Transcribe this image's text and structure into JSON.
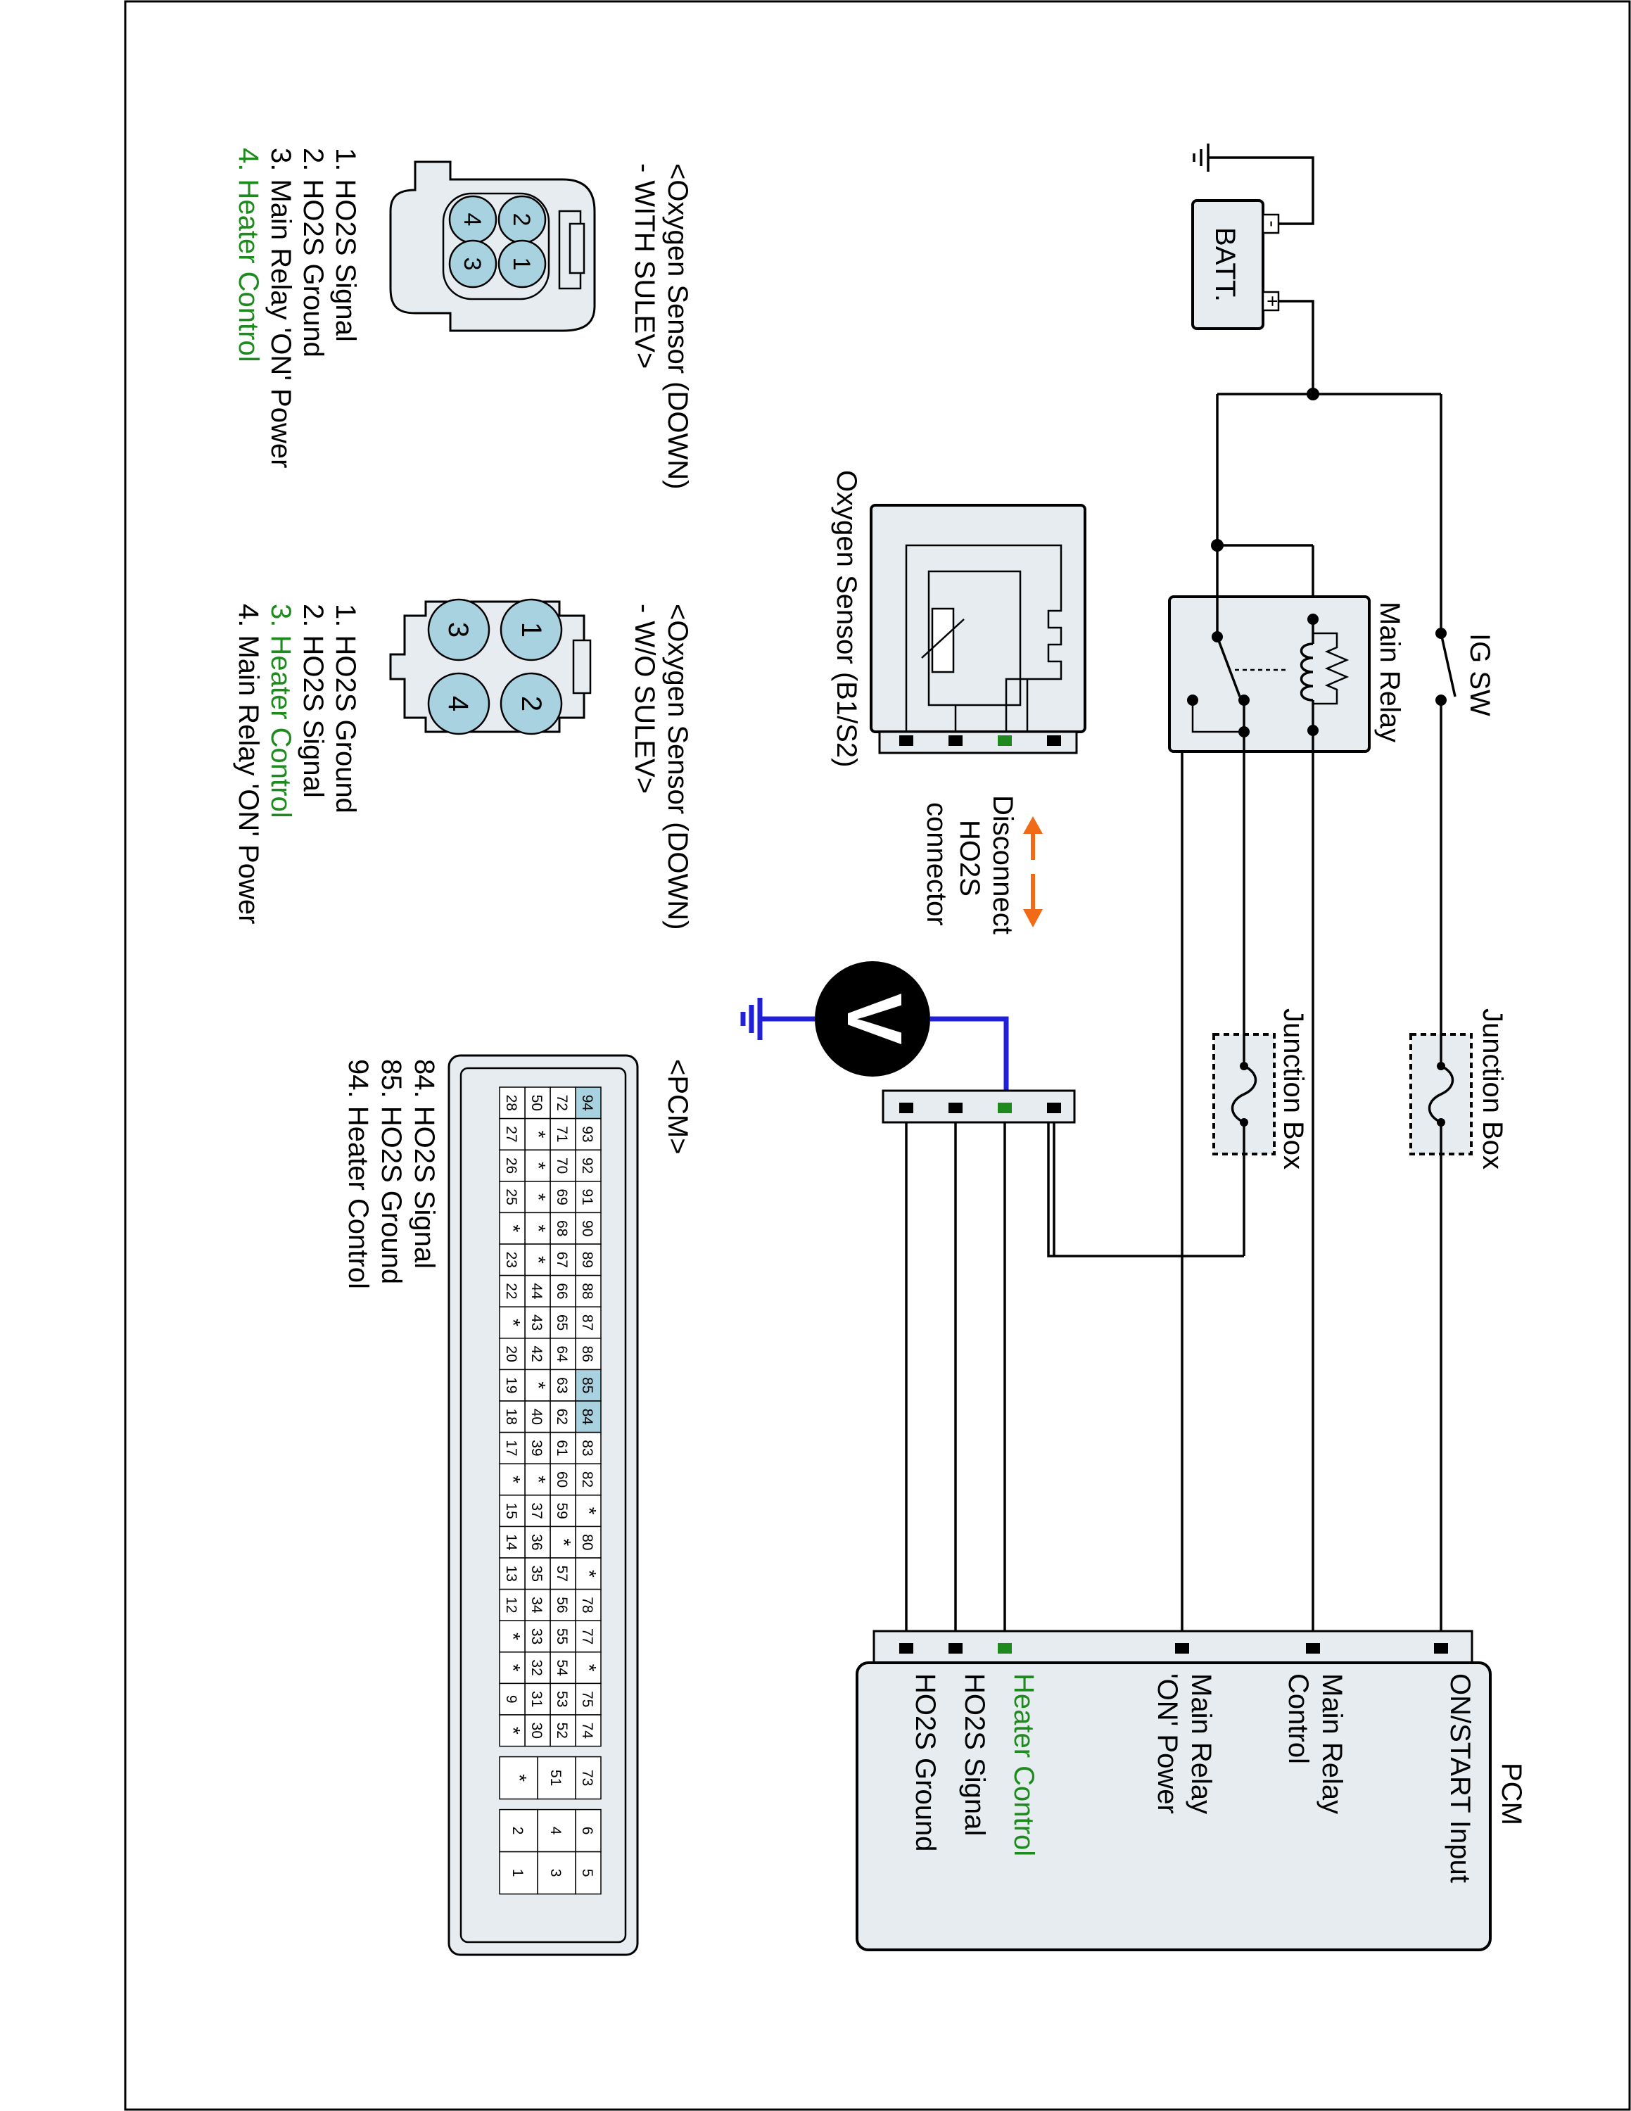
{
  "labels": {
    "batt": "BATT.",
    "batt_minus": "-",
    "batt_plus": "+",
    "ig_sw": "IG SW",
    "main_relay": "Main Relay",
    "junction_box_1": "Junction Box",
    "junction_box_2": "Junction Box",
    "oxygen_sensor": "Oxygen Sensor (B1/S2)",
    "disconnect": [
      "Disconnect",
      "HO2S",
      "connector"
    ],
    "voltmeter": "V"
  },
  "pcm_box": {
    "title": "PCM",
    "pins": [
      {
        "label": [
          "ON/START Input"
        ],
        "color": "#000000"
      },
      {
        "label": [
          "Main Relay",
          "Control"
        ],
        "color": "#000000"
      },
      {
        "label": [
          "Main Relay",
          "'ON' Power"
        ],
        "color": "#000000"
      },
      {
        "label": [
          "Heater Control"
        ],
        "color": "#1e8a1e"
      },
      {
        "label": [
          "HO2S  Signal"
        ],
        "color": "#000000"
      },
      {
        "label": [
          "HO2S  Ground"
        ],
        "color": "#000000"
      }
    ]
  },
  "connector_with_sulev": {
    "title": [
      "<Oxygen Sensor (DOWN)",
      " - WITH SULEV>"
    ],
    "pin_numbers": [
      "2",
      "1",
      "4",
      "3"
    ],
    "pins": [
      {
        "text": "1. HO2S  Signal",
        "color": "#000000"
      },
      {
        "text": "2. HO2S  Ground",
        "color": "#000000"
      },
      {
        "text": "3. Main Relay  'ON' Power",
        "color": "#000000"
      },
      {
        "text": "4. Heater Control",
        "color": "#1e8a1e"
      }
    ]
  },
  "connector_wo_sulev": {
    "title": [
      "<Oxygen Sensor (DOWN)",
      " - W/O SULEV>"
    ],
    "pin_numbers": [
      "1",
      "2",
      "3",
      "4"
    ],
    "pins": [
      {
        "text": "1. HO2S  Ground",
        "color": "#000000"
      },
      {
        "text": "2. HO2S  Signal",
        "color": "#000000"
      },
      {
        "text": "3. Heater Control",
        "color": "#1e8a1e"
      },
      {
        "text": "4. Main Relay  'ON' Power",
        "color": "#000000"
      }
    ]
  },
  "pcm_connector": {
    "title": "<PCM>",
    "pins": [
      {
        "text": "84. HO2S  Signal"
      },
      {
        "text": "85. HO2S  Ground"
      },
      {
        "text": "94. Heater Control"
      }
    ],
    "highlight_color": "#a9d2e0",
    "highlighted": [
      "94",
      "85",
      "84"
    ],
    "rows": [
      [
        "94",
        "93",
        "92",
        "91",
        "90",
        "89",
        "88",
        "87",
        "86",
        "85",
        "84",
        "83",
        "82",
        "*",
        "80",
        "*",
        "78",
        "77",
        "*",
        "75",
        "74"
      ],
      [
        "72",
        "71",
        "70",
        "69",
        "68",
        "67",
        "66",
        "65",
        "64",
        "63",
        "62",
        "61",
        "60",
        "59",
        "*",
        "57",
        "56",
        "55",
        "54",
        "53",
        "52"
      ],
      [
        "50",
        "*",
        "*",
        "*",
        "*",
        "*",
        "44",
        "43",
        "42",
        "*",
        "40",
        "39",
        "*",
        "37",
        "36",
        "35",
        "34",
        "33",
        "32",
        "31",
        "30"
      ],
      [
        "28",
        "27",
        "26",
        "25",
        "*",
        "23",
        "22",
        "*",
        "20",
        "19",
        "18",
        "17",
        "*",
        "15",
        "14",
        "13",
        "12",
        "*",
        "*",
        "9",
        "*"
      ]
    ],
    "extra_block": [
      [
        "73"
      ],
      [
        "51"
      ],
      [
        "*"
      ]
    ],
    "power_block": [
      [
        "6",
        "5"
      ],
      [
        "4",
        "3"
      ],
      [
        "2",
        "1"
      ]
    ]
  }
}
